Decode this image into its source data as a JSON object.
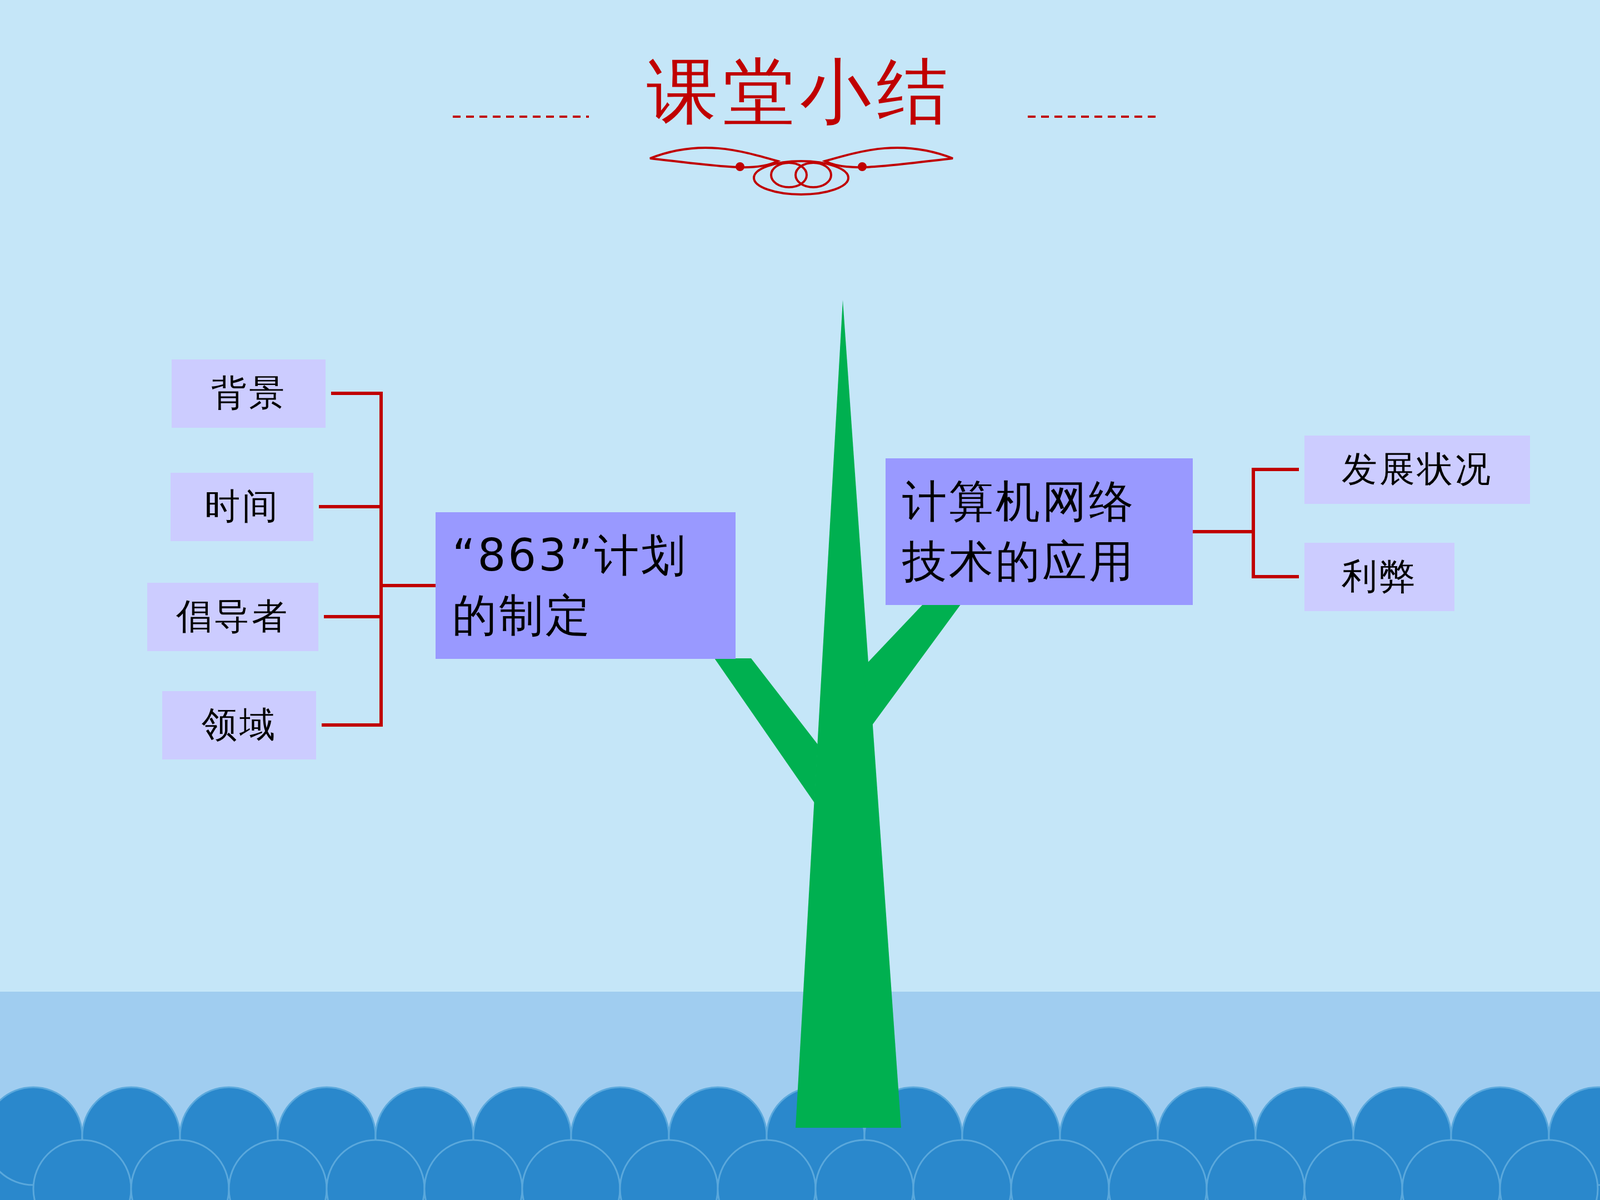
{
  "diagram": {
    "title": "课堂小结",
    "nodes": [
      {
        "text": [
          "背景"
        ]
      },
      {
        "text": [
          "时间"
        ]
      },
      {
        "text": [
          "倡导者"
        ]
      },
      {
        "text": [
          "领域"
        ]
      },
      {
        "text": [
          "“863”计划的制定"
        ]
      },
      {
        "text": [
          "计算机网络技术的应用"
        ]
      },
      {
        "text": [
          "发展状况"
        ]
      },
      {
        "text": [
          "利弊"
        ]
      }
    ],
    "edges": [
      {
        "from": 4,
        "to": 0,
        "arrow": "none"
      },
      {
        "from": 4,
        "to": 1,
        "arrow": "none"
      },
      {
        "from": 4,
        "to": 2,
        "arrow": "none"
      },
      {
        "from": 4,
        "to": 3,
        "arrow": "none"
      },
      {
        "from": 5,
        "to": 6,
        "arrow": "none"
      },
      {
        "from": 5,
        "to": 7,
        "arrow": "none"
      }
    ]
  }
}
